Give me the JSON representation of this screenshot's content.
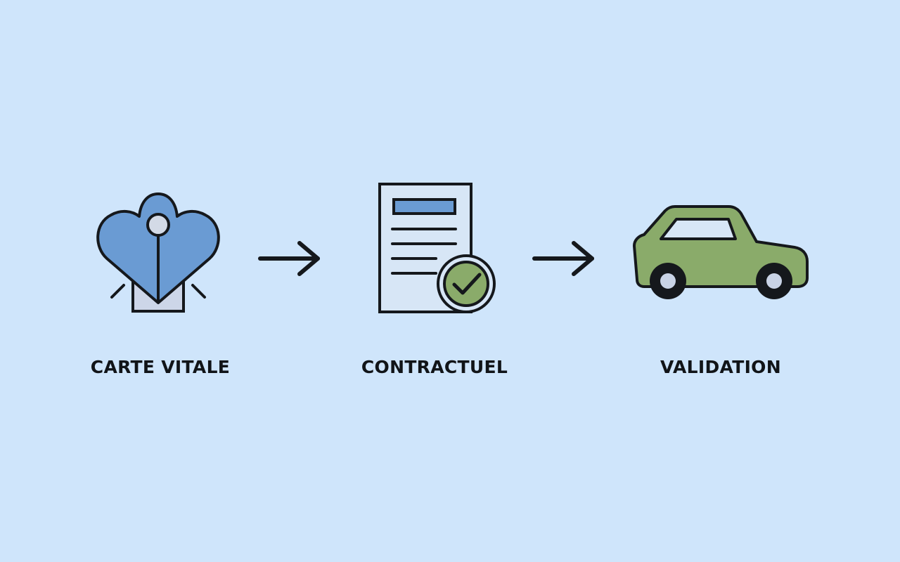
{
  "flow": {
    "steps": [
      {
        "label": "CARTE VITALE",
        "icon": "heart-card-icon"
      },
      {
        "label": "CONTRACTUEL",
        "icon": "document-check-icon"
      },
      {
        "label": "VALIDATION",
        "icon": "car-icon"
      }
    ],
    "connectors": [
      "arrow-right-icon",
      "arrow-right-icon"
    ]
  },
  "colors": {
    "background": "#cfe5fb",
    "blue_fill": "#6a9bd3",
    "green_fill": "#8aab6a",
    "stroke": "#15181c",
    "card_fill": "#cdd6e8"
  }
}
